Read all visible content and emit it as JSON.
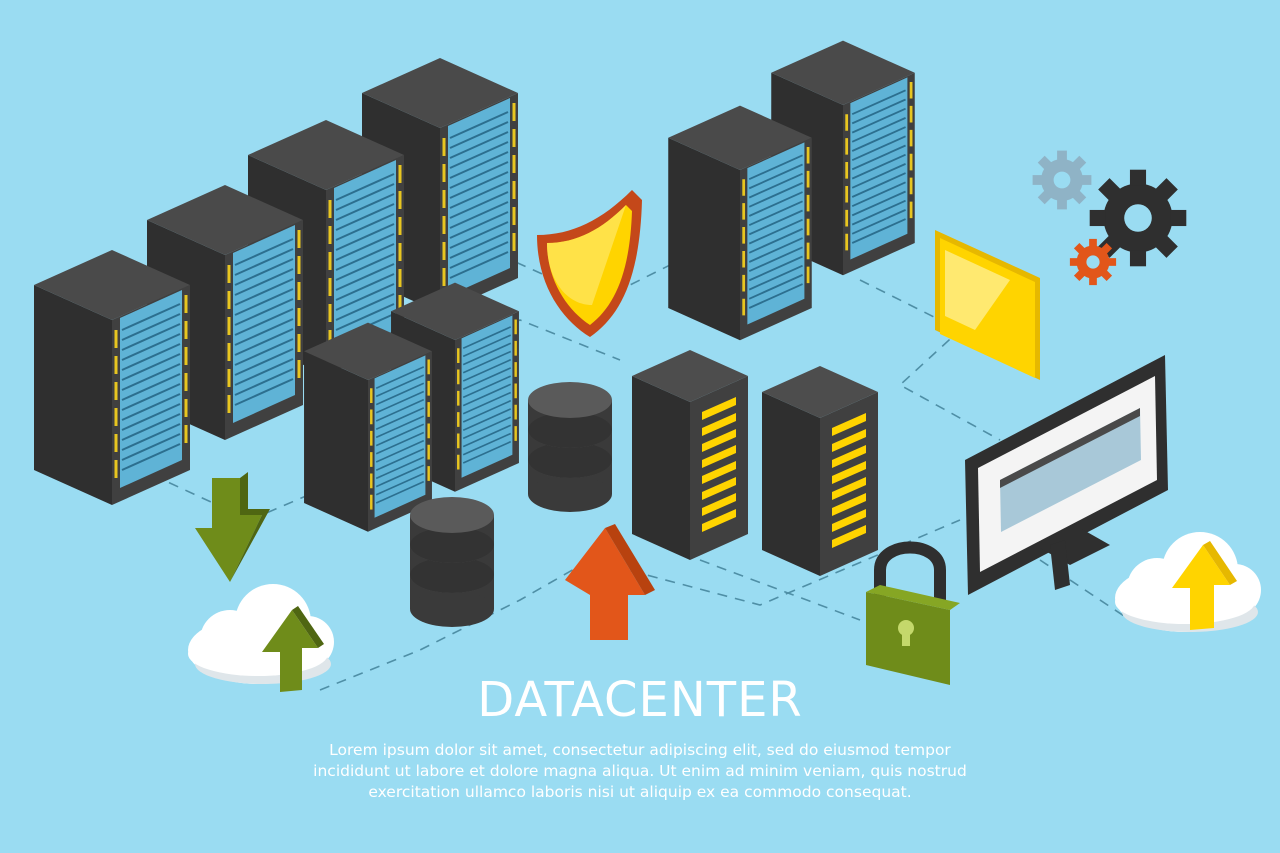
{
  "heading": "DATACENTER",
  "description": {
    "line1": "Lorem ipsum dolor sit amet, consectetur adipiscing elit, sed do eiusmod tempor",
    "line2": "incididunt ut labore et dolore magna aliqua. Ut enim ad minim veniam, quis nostrud",
    "line3": "exercitation ullamco laboris nisi ut aliquip ex ea commodo consequat."
  },
  "colors": {
    "background": "#9adcf2",
    "rack_dark": "#3a3a3a",
    "rack_screen": "#5fb3d6",
    "accent_yellow": "#ffd400",
    "accent_orange": "#e2561a",
    "accent_green": "#6f8c1a"
  },
  "icons": [
    "server-rack-icon",
    "shield-icon",
    "database-icon",
    "folder-icon",
    "gears-icon",
    "monitor-icon",
    "padlock-icon",
    "cloud-upload-icon",
    "download-arrow-icon",
    "upload-arrow-icon"
  ]
}
